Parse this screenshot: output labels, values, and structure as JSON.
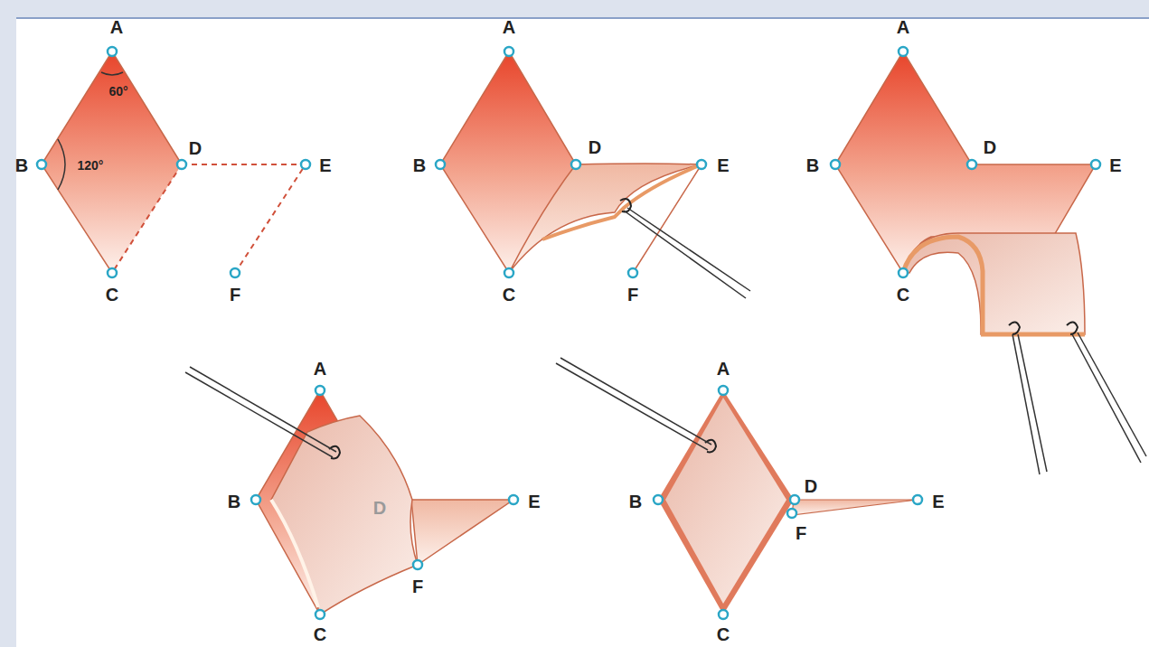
{
  "diagram": {
    "labels": [
      "A",
      "60°",
      "B",
      "120°",
      "D",
      "E",
      "C",
      "F",
      "A",
      "B",
      "D",
      "E",
      "C",
      "F",
      "A",
      "B",
      "D",
      "E",
      "C",
      "A",
      "B",
      "D",
      "E",
      "F",
      "C",
      "A",
      "B",
      "D",
      "F",
      "E",
      "C"
    ]
  }
}
